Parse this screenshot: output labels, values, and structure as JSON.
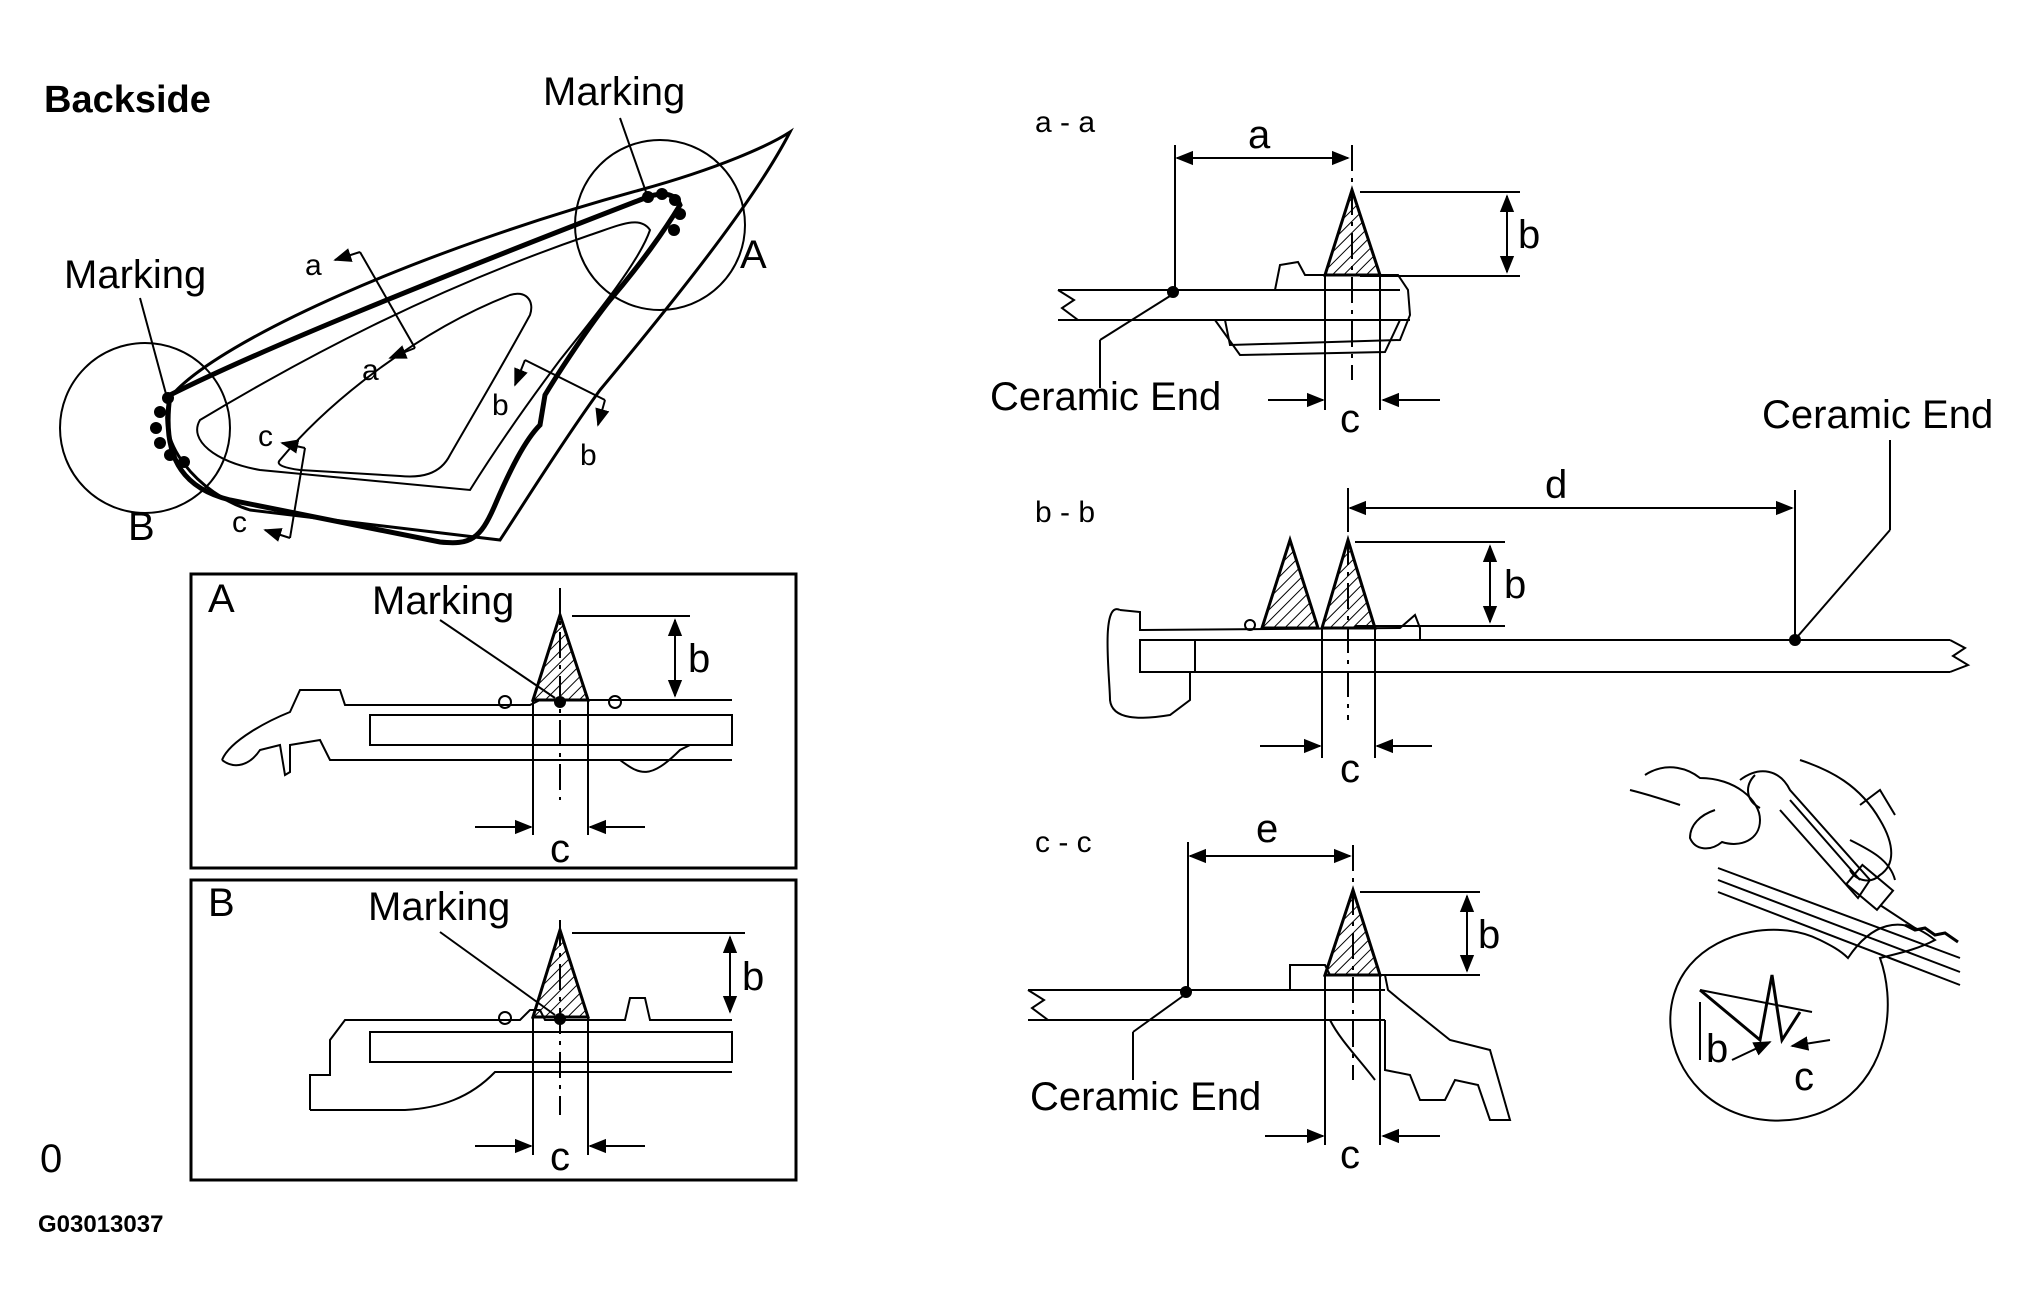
{
  "figure": {
    "title": "Backside",
    "code": "G03013037",
    "corner_mark": "0"
  },
  "overview": {
    "marking_top": "Marking",
    "marking_left": "Marking",
    "circle_a": "A",
    "circle_b": "B",
    "section_a_1": "a",
    "section_a_2": "a",
    "section_b_1": "b",
    "section_b_2": "b",
    "section_c_1": "c",
    "section_c_2": "c"
  },
  "detail_a": {
    "label": "A",
    "marking": "Marking",
    "dim_b": "b",
    "dim_c": "c"
  },
  "detail_b": {
    "label": "B",
    "marking": "Marking",
    "dim_b": "b",
    "dim_c": "c"
  },
  "section_aa": {
    "title": "a - a",
    "dim_a": "a",
    "dim_b": "b",
    "dim_c": "c",
    "ceramic": "Ceramic End"
  },
  "section_bb": {
    "title": "b - b",
    "dim_d": "d",
    "dim_b": "b",
    "dim_c": "c",
    "ceramic": "Ceramic End"
  },
  "section_cc": {
    "title": "c - c",
    "dim_e": "e",
    "dim_b": "b",
    "dim_c": "c",
    "ceramic": "Ceramic End"
  },
  "applicator": {
    "dim_b": "b",
    "dim_c": "c"
  }
}
